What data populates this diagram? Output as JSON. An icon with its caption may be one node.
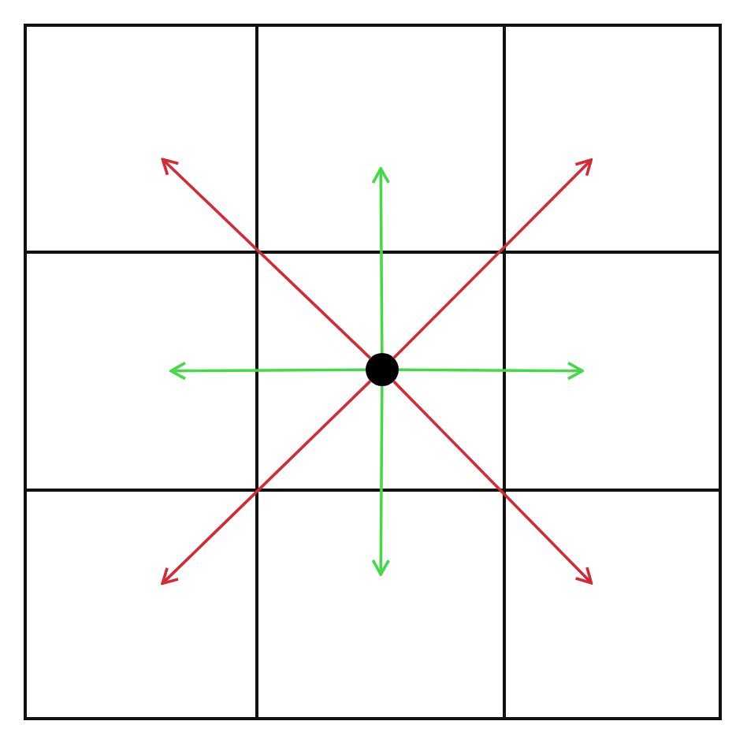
{
  "diagram": {
    "nodes": [
      {
        "text": [],
        "shape": "box"
      },
      {
        "text": [],
        "shape": "box"
      },
      {
        "text": [],
        "shape": "box"
      },
      {
        "text": [],
        "shape": "box"
      },
      {
        "text": [],
        "shape": "box"
      },
      {
        "text": [],
        "shape": "box"
      },
      {
        "text": [],
        "shape": "box"
      },
      {
        "text": [],
        "shape": "box"
      },
      {
        "text": [],
        "shape": "box"
      },
      {
        "text": [],
        "shape": "circle",
        "in": 4
      }
    ],
    "edges": [
      {
        "from": 9,
        "to": 0,
        "arrow": "to",
        "color": "#d42a36"
      },
      {
        "from": 9,
        "to": 1,
        "arrow": "to",
        "color": "#45d945"
      },
      {
        "from": 9,
        "to": 2,
        "arrow": "to",
        "color": "#d42a36"
      },
      {
        "from": 9,
        "to": 3,
        "arrow": "to",
        "color": "#45d945"
      },
      {
        "from": 9,
        "to": 5,
        "arrow": "to",
        "color": "#45d945"
      },
      {
        "from": 9,
        "to": 6,
        "arrow": "to",
        "color": "#d42a36"
      },
      {
        "from": 9,
        "to": 7,
        "arrow": "to",
        "color": "#45d945"
      },
      {
        "from": 9,
        "to": 8,
        "arrow": "to",
        "color": "#d42a36"
      }
    ]
  }
}
